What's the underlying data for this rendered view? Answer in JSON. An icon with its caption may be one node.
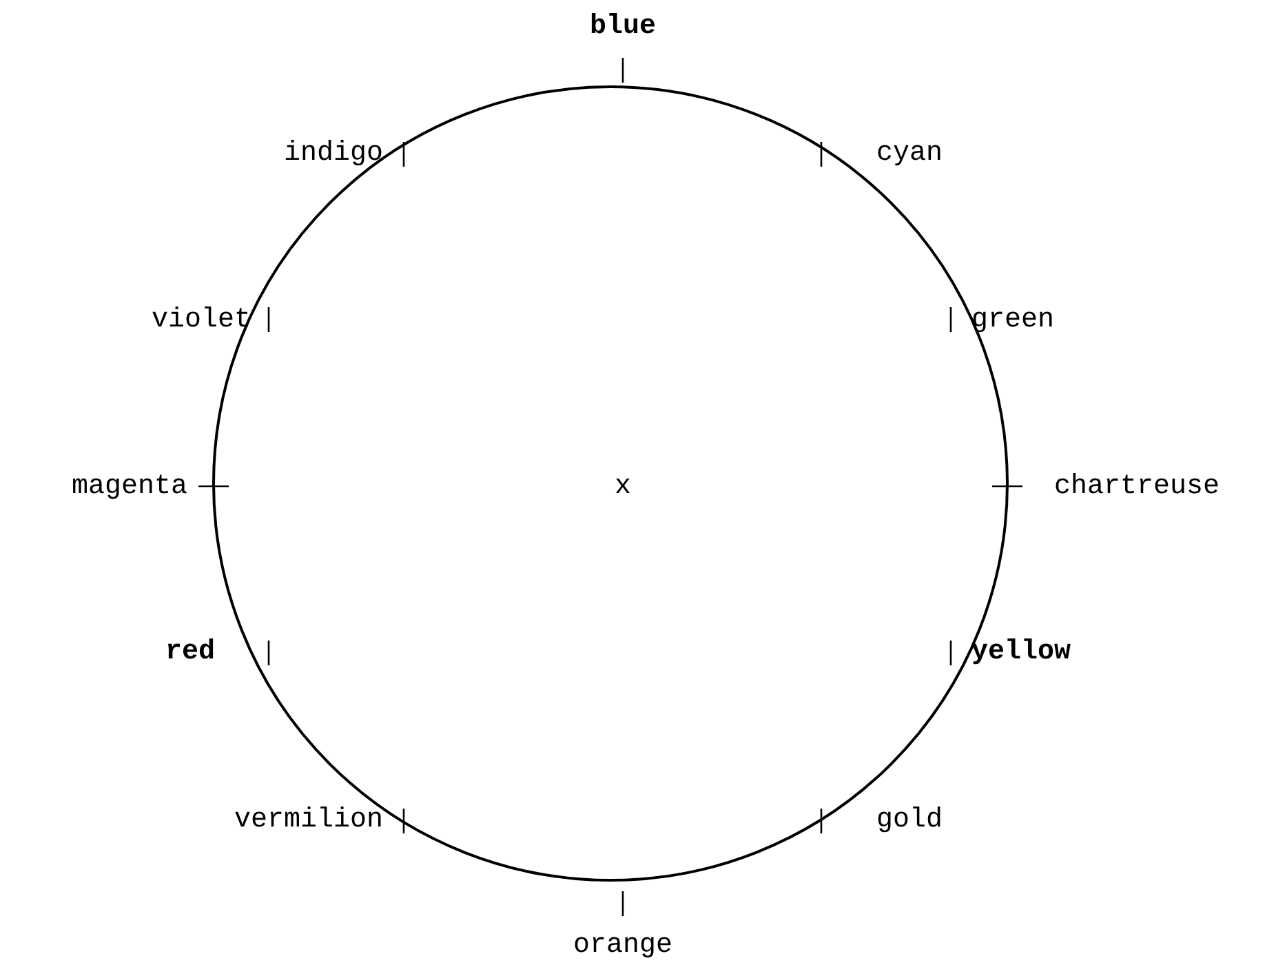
{
  "diagram": {
    "labels": [
      "blue",
      "indigo",
      "cyan",
      "violet",
      "green",
      "magenta",
      "x",
      "chartreuse",
      "red",
      "yellow",
      "vermilion",
      "gold",
      "orange"
    ]
  }
}
